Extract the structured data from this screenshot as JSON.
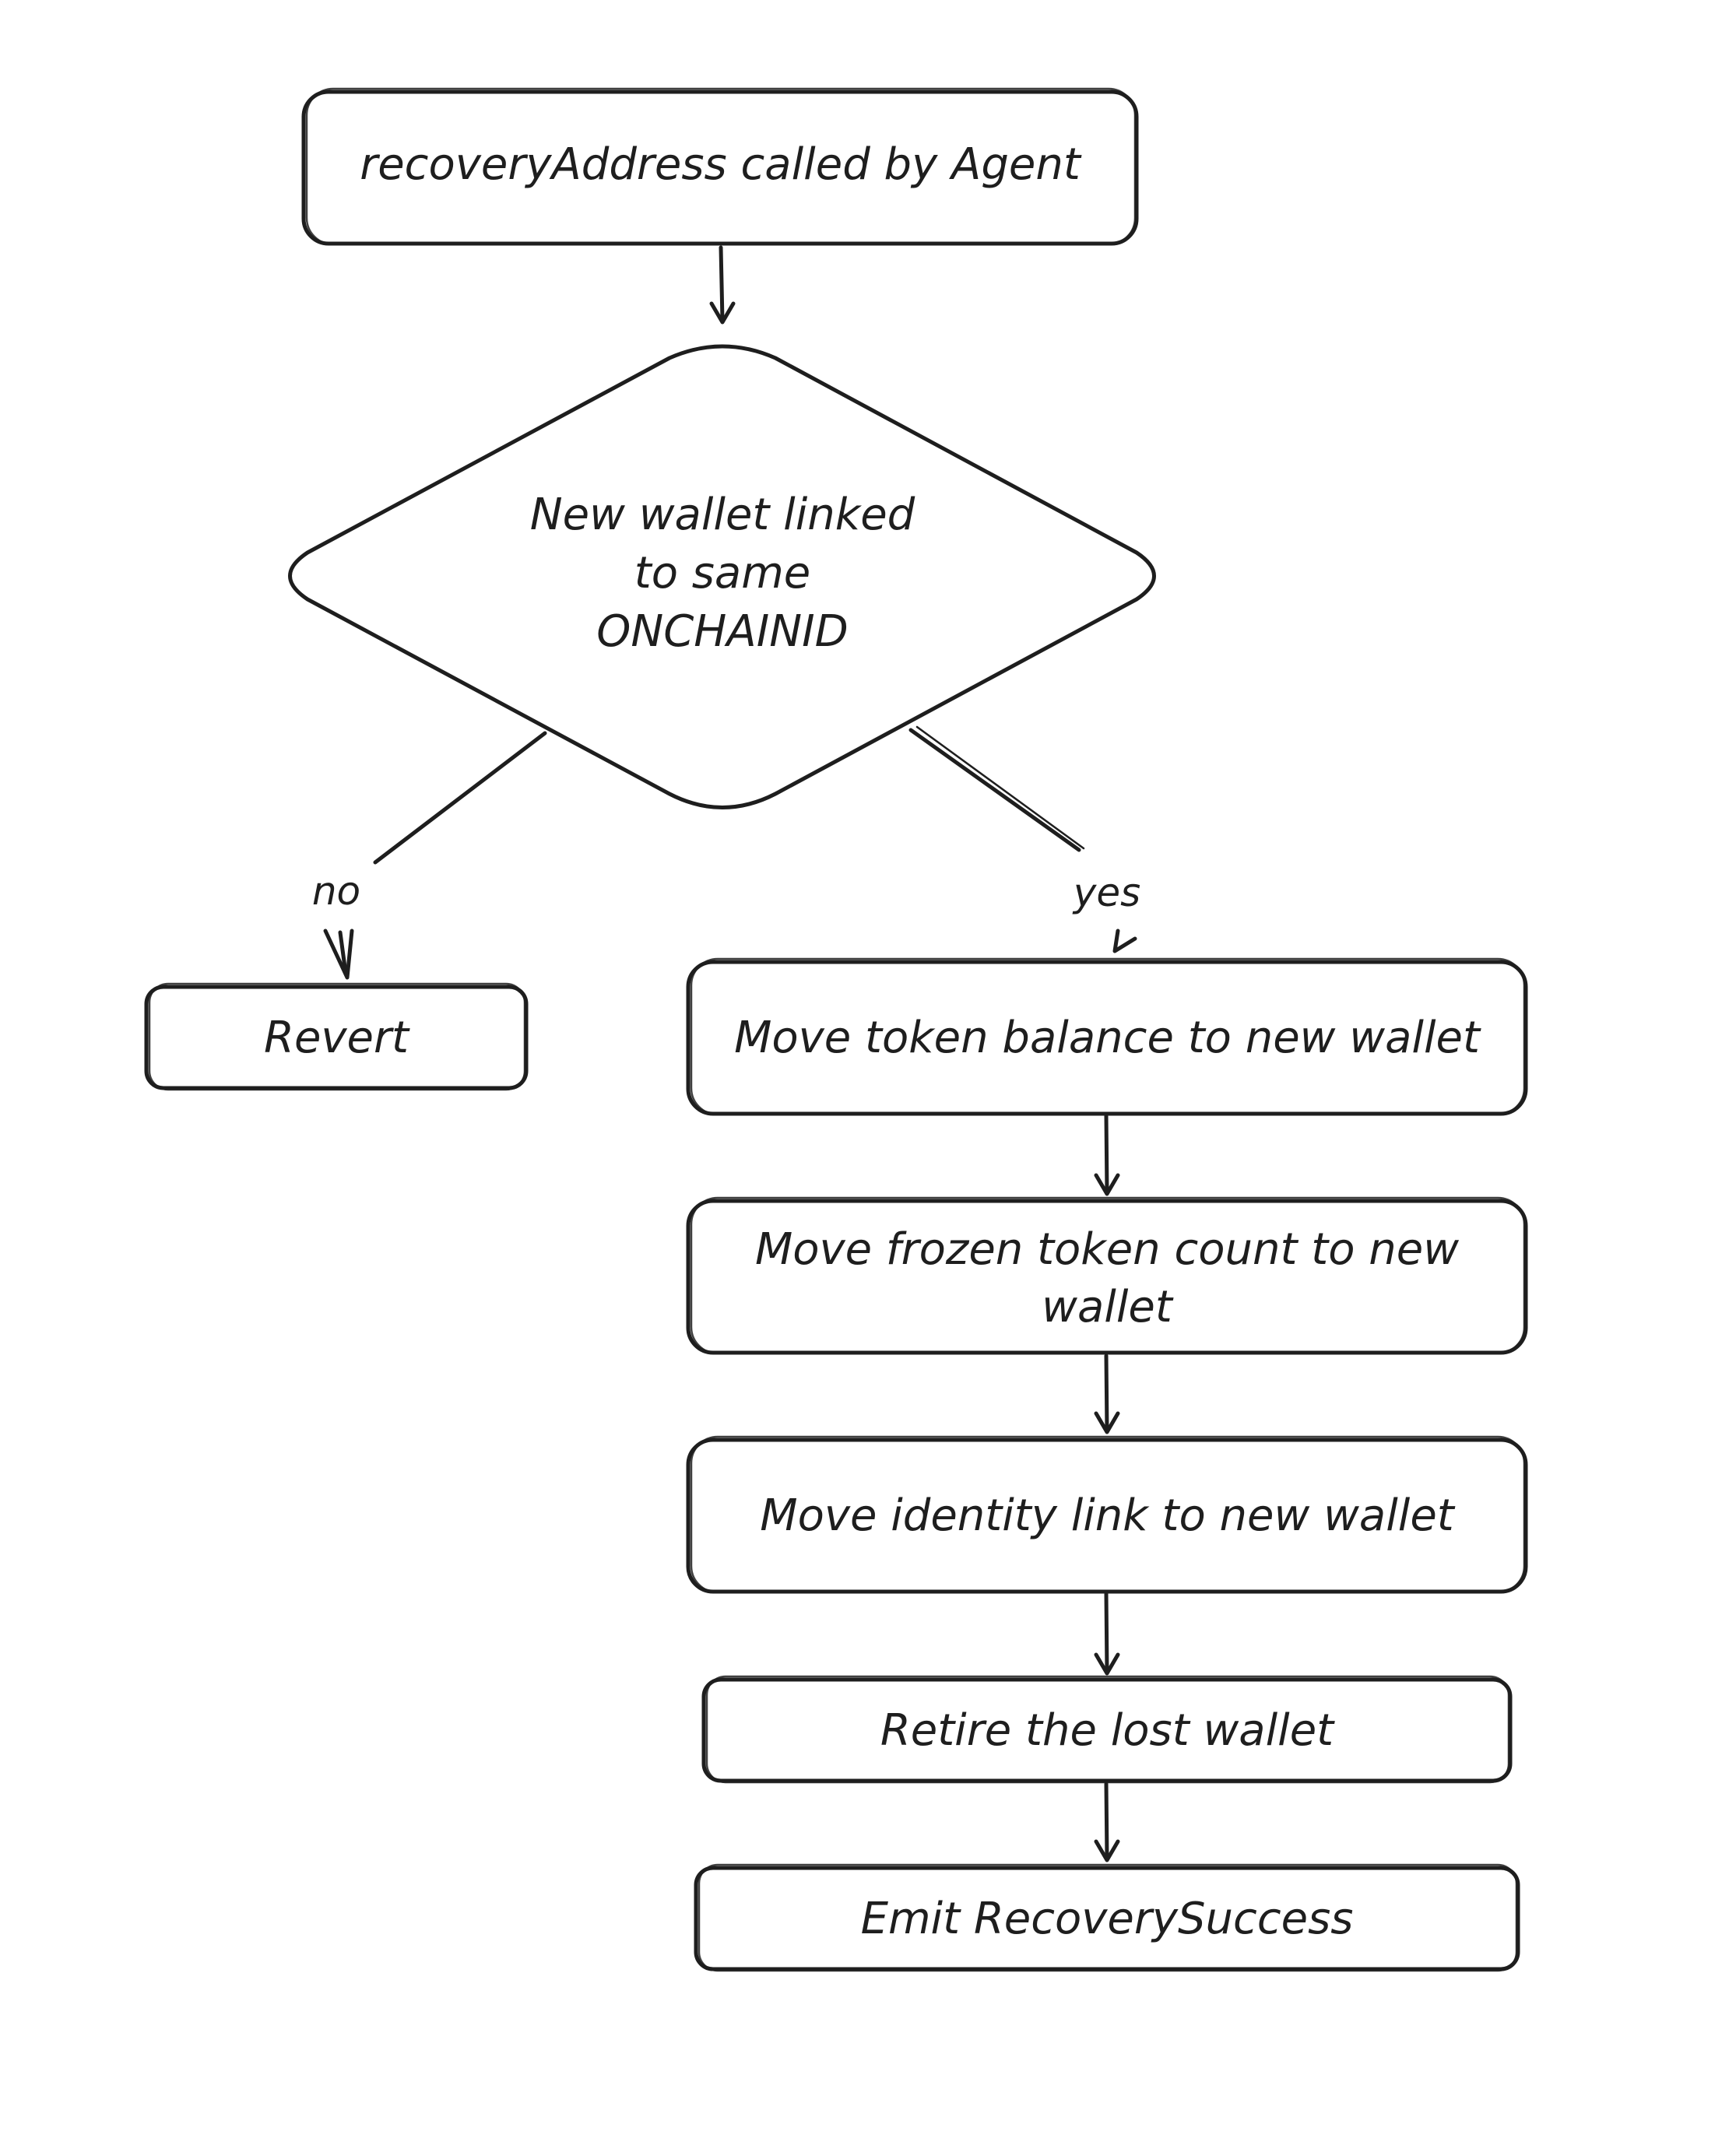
{
  "diagram": {
    "nodes": {
      "start": {
        "lines": [
          "recoveryAddress called by Agent"
        ]
      },
      "decision": {
        "lines": [
          "New wallet linked",
          "to same",
          "ONCHAINID"
        ]
      },
      "revert": {
        "lines": [
          "Revert"
        ]
      },
      "move_balance": {
        "lines": [
          "Move token balance to new wallet"
        ]
      },
      "move_frozen": {
        "lines": [
          "Move frozen token count to new",
          "wallet"
        ]
      },
      "move_identity": {
        "lines": [
          "Move identity link to new wallet"
        ]
      },
      "retire": {
        "lines": [
          "Retire the lost wallet"
        ]
      },
      "emit": {
        "lines": [
          "Emit RecoverySuccess"
        ]
      }
    },
    "edge_labels": {
      "no": "no",
      "yes": "yes"
    }
  }
}
